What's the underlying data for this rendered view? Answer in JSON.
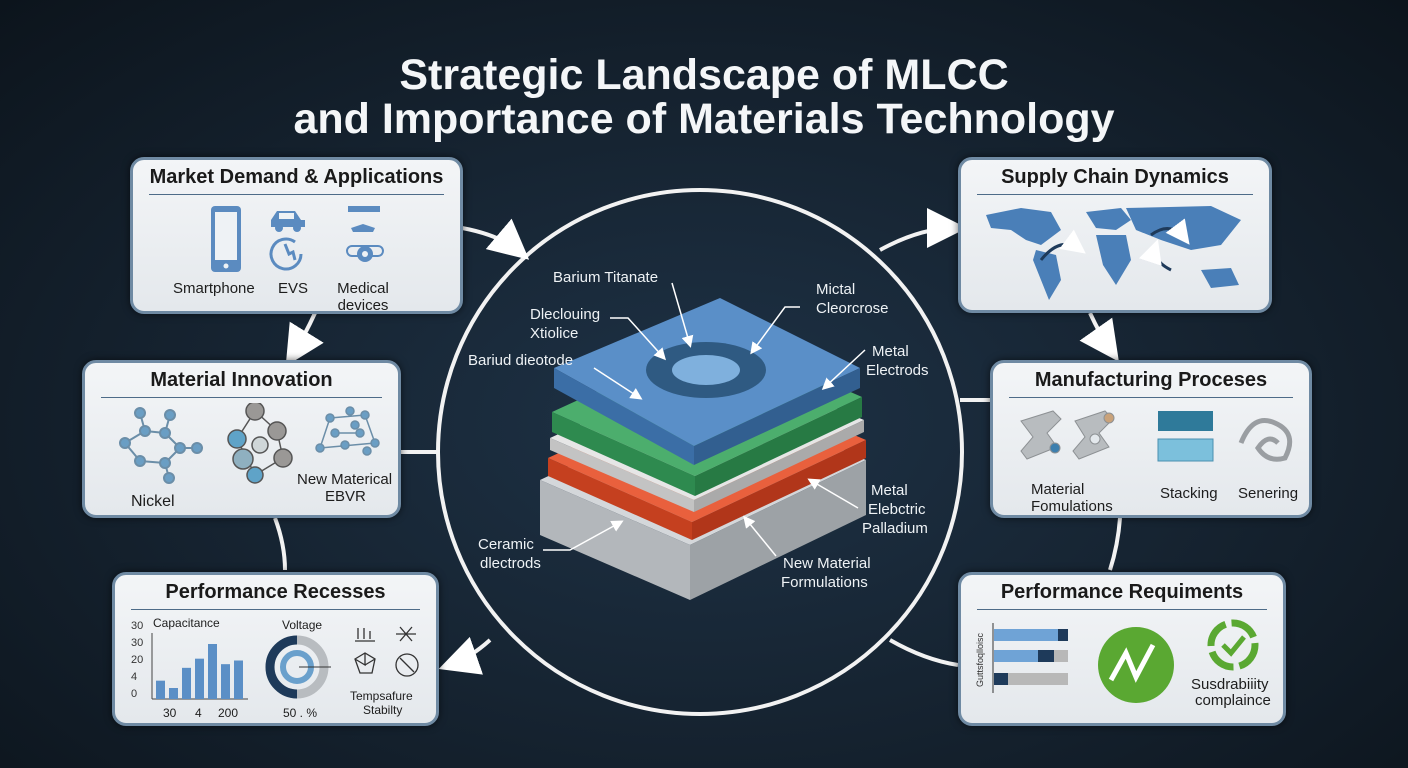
{
  "title": {
    "line1": "Strategic Landscape of MLCC",
    "line2": "and Importance of Materials Technology"
  },
  "market": {
    "title": "Market Demand & Applications",
    "items": [
      "Smartphone",
      "EVS",
      "Medical devices"
    ]
  },
  "supply": {
    "title": "Supply Chain Dynamics"
  },
  "innovation": {
    "title": "Material Innovation",
    "items": [
      "Nickel",
      "New Materical",
      "EBVR"
    ]
  },
  "manufacturing": {
    "title": "Manufacturing Proceses",
    "items": [
      "Material",
      "Fomulations",
      "Stacking",
      "Senering"
    ]
  },
  "perf_recesses": {
    "title": "Performance Recesses",
    "chart_label": "Capacitance",
    "y_ticks": [
      "30",
      "30",
      "20",
      "4",
      "0"
    ],
    "x_ticks": [
      "30",
      "4",
      "200"
    ],
    "bar_values": [
      10,
      6,
      17,
      22,
      30,
      19,
      21
    ],
    "gauge_label": "Voltage",
    "gauge_value": "50 . %",
    "gauge_fraction": 0.5,
    "temp_label_1": "Tempsafure",
    "temp_label_2": "Stabilty"
  },
  "perf_requirements": {
    "title": "Performance Requiments",
    "axis_label": "Guttsfoqlloisc",
    "sustain_1": "Susdrabiiity",
    "sustain_2": "complaince"
  },
  "stack_labels": {
    "barium_titanate": "Barium Titanate",
    "dleclouing_1": "Dleclouing",
    "dleclouing_2": "Xtiolice",
    "bariud": "Bariud dieotode",
    "mictal_1": "Mictal",
    "mictal_2": "Cleorcrose",
    "metal_electrods_1": "Metal",
    "metal_electrods_2": "Electrods",
    "metal_electric_1": "Metal",
    "metal_electric_2": "Elebctric",
    "metal_electric_3": "Palladium",
    "ceramic_1": "Ceramic",
    "ceramic_2": "dlectrods",
    "new_material_1": "New Material",
    "new_material_2": "Formulations"
  },
  "colors": {
    "blue_layer": "#4f86c0",
    "green_layer": "#3fa060",
    "red_layer": "#e0512f",
    "grey_layer": "#c9cdd1",
    "accent_green": "#5aa832"
  }
}
